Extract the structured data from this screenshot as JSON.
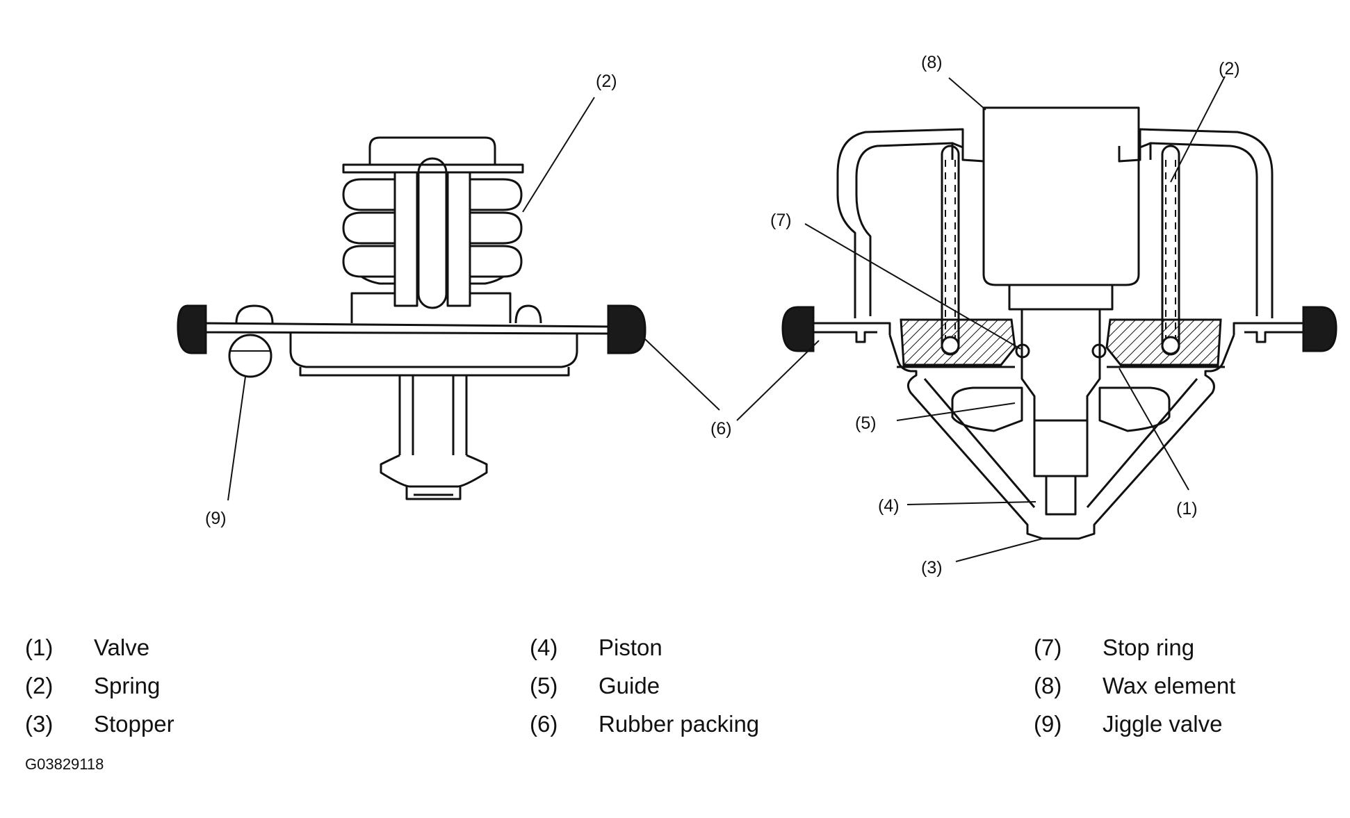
{
  "callouts": {
    "left_spring": "(2)",
    "left_rubber_packing": "(6)",
    "left_jiggle_valve": "(9)",
    "right_wax_element": "(8)",
    "right_spring": "(2)",
    "right_stop_ring": "(7)",
    "right_guide": "(5)",
    "right_piston": "(4)",
    "right_valve": "(1)",
    "right_stopper": "(3)"
  },
  "legend": [
    {
      "num": "(1)",
      "label": "Valve"
    },
    {
      "num": "(2)",
      "label": "Spring"
    },
    {
      "num": "(3)",
      "label": "Stopper"
    },
    {
      "num": "(4)",
      "label": "Piston"
    },
    {
      "num": "(5)",
      "label": "Guide"
    },
    {
      "num": "(6)",
      "label": "Rubber packing"
    },
    {
      "num": "(7)",
      "label": "Stop ring"
    },
    {
      "num": "(8)",
      "label": "Wax element"
    },
    {
      "num": "(9)",
      "label": "Jiggle valve"
    }
  ],
  "figure_code": "G03829118",
  "colors": {
    "line": "#111111",
    "packing": "#1a1a1a",
    "background": "#ffffff"
  }
}
